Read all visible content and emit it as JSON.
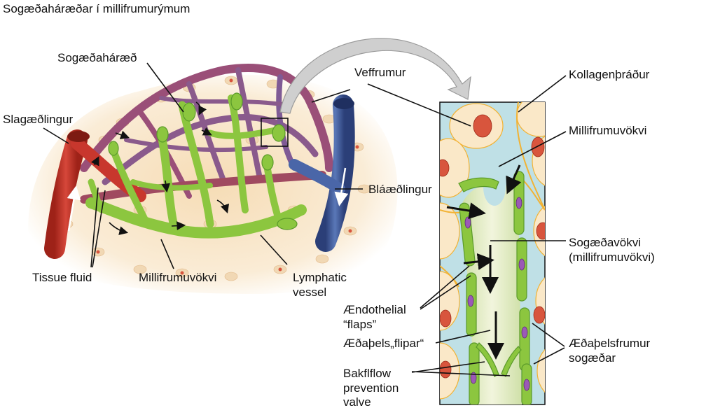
{
  "title": "Sogæðaháræðar í millifrumurýmum",
  "labels": {
    "sogaedaharaed": "Sogæðaháræð",
    "slagaedlingur": "Slagæðlingur",
    "tissue_fluid": "Tissue fluid",
    "millifrumuvokvi_left": "Millifrumuvökvi",
    "lymphatic_vessel_1": "Lymphatic",
    "lymphatic_vessel_2": "vessel",
    "veffrumur": "Veffrumur",
    "blaaedlingur": "Bláæðlingur",
    "kollagen": "Kollagenþráður",
    "millifrumuvokvi_right": "Millifrumuvökvi",
    "sogaedavokvi_1": "Sogæðavökvi",
    "sogaedavokvi_2": "(millifrumuvökvi)",
    "endothelial_1": "Ændothelial",
    "endothelial_2": "“flaps”",
    "aedathels_flipar": "Æðaþels„flipar“",
    "aedathelsfrumur_1": "Æðaþelsfrumur",
    "aedathelsfrumur_2": "sogæðar",
    "bakflow_1": "Bakflflow",
    "bakflow_2": "prevention",
    "bakflow_3": "valve"
  },
  "colors": {
    "artery": "#c8372d",
    "vein": "#3d5a9c",
    "capillary": "#8a5a8c",
    "lymph": "#8cc63f",
    "lymph_dark": "#5a9a2a",
    "tissue": "#f8ead0",
    "cell_nucleus": "#d8553d",
    "fluid": "#bfe0e6",
    "collagen": "#f2b233",
    "callout_arrow": "#c8c8c8"
  }
}
